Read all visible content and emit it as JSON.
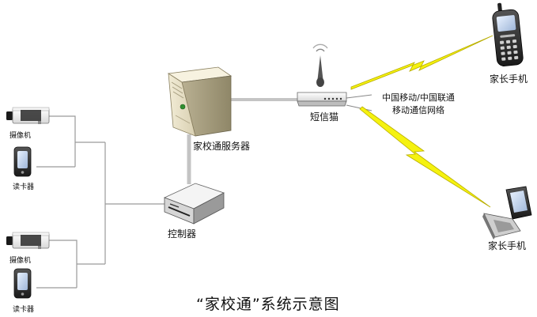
{
  "diagram": {
    "title": "“家校通”系统示意图",
    "nodes": {
      "camera_top": "摄像机",
      "card_reader_top": "读卡器",
      "camera_bottom": "摄像机",
      "card_reader_bottom": "读卡器",
      "server": "家校通服务器",
      "controller": "控制器",
      "sms_modem": "短信猫",
      "parent_phone_top": "家长手机",
      "parent_phone_bottom": "家长手机"
    },
    "network": {
      "line1": "中国移动/中国联通",
      "line2": "移动通信网络"
    }
  }
}
